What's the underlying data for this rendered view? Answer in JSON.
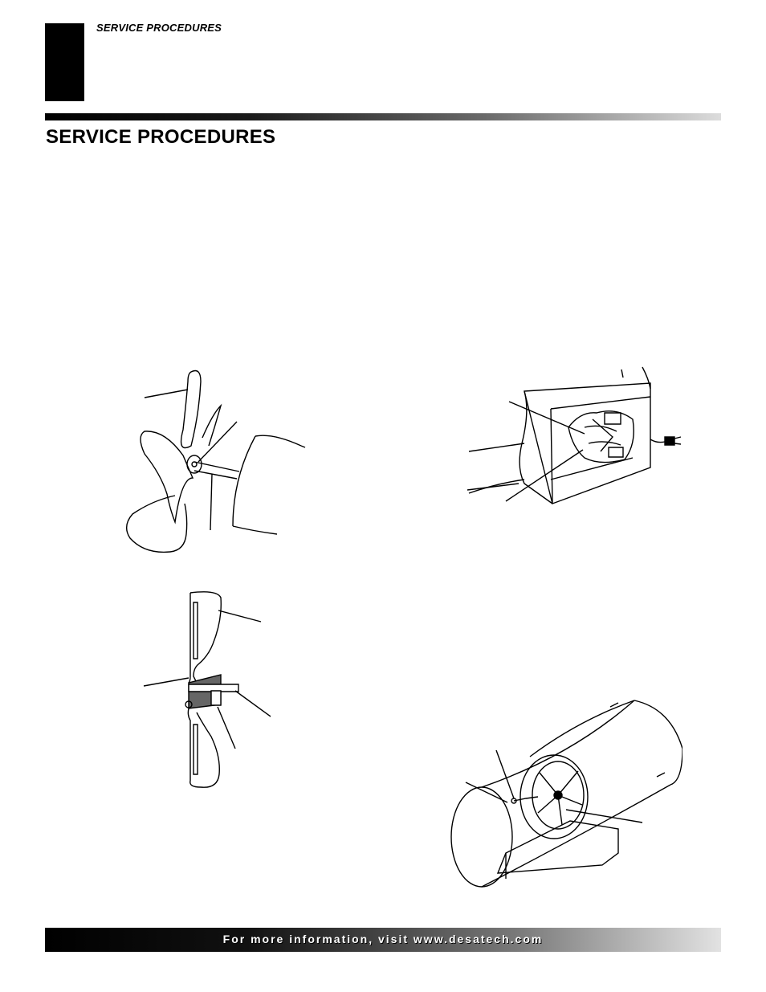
{
  "header": {
    "running_head": "SERVICE PROCEDURES"
  },
  "section": {
    "title": "SERVICE PROCEDURES"
  },
  "footer": {
    "text": "For more information, visit www.desatech.com"
  }
}
